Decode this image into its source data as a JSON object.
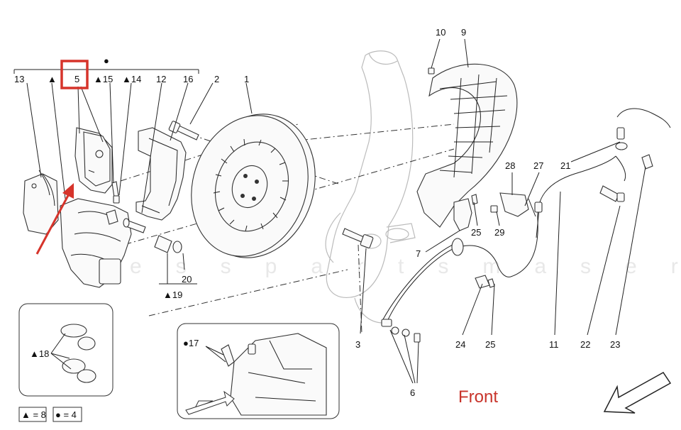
{
  "callouts": [
    {
      "id": "c13",
      "text": "13"
    },
    {
      "id": "c5",
      "text": "5"
    },
    {
      "id": "c15",
      "text": "▲15"
    },
    {
      "id": "c14",
      "text": "▲14"
    },
    {
      "id": "c12",
      "text": "12"
    },
    {
      "id": "c16",
      "text": "16"
    },
    {
      "id": "c2",
      "text": "2"
    },
    {
      "id": "c1",
      "text": "1"
    },
    {
      "id": "c10",
      "text": "10"
    },
    {
      "id": "c9",
      "text": "9"
    },
    {
      "id": "c21",
      "text": "21"
    },
    {
      "id": "c28",
      "text": "28"
    },
    {
      "id": "c27",
      "text": "27"
    },
    {
      "id": "c25a",
      "text": "25"
    },
    {
      "id": "c29",
      "text": "29"
    },
    {
      "id": "c7",
      "text": "7"
    },
    {
      "id": "c20",
      "text": "20"
    },
    {
      "id": "c19",
      "text": "▲19"
    },
    {
      "id": "c3",
      "text": "3"
    },
    {
      "id": "c24",
      "text": "24"
    },
    {
      "id": "c25b",
      "text": "25"
    },
    {
      "id": "c11",
      "text": "11"
    },
    {
      "id": "c22",
      "text": "22"
    },
    {
      "id": "c23",
      "text": "23"
    },
    {
      "id": "c6",
      "text": "6"
    },
    {
      "id": "c18",
      "text": "▲18"
    },
    {
      "id": "c17",
      "text": "●17"
    }
  ],
  "legend": {
    "triangle": "▲ = 8",
    "dot": "● = 4"
  },
  "symbols": {
    "top_dot": "●",
    "triangle": "▲"
  },
  "front_label": "Front",
  "watermark": "cesspartsmaserati",
  "colors": {
    "highlight": "#d6342b",
    "front_text": "#c8342b",
    "line": "#222222"
  }
}
